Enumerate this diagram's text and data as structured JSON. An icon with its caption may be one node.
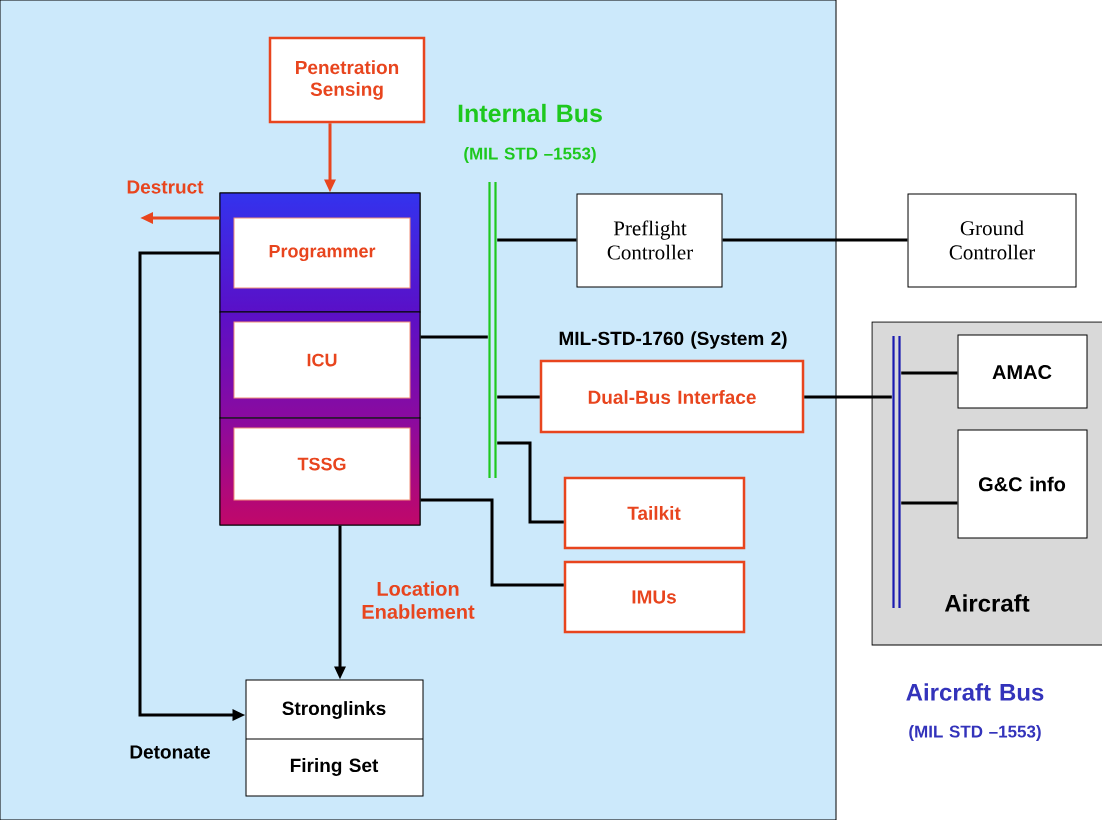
{
  "diagram": {
    "nodes": [
      {
        "text": [
          "Penetration Sensing"
        ]
      },
      {
        "text": [
          "Programmer"
        ]
      },
      {
        "text": [
          "ICU"
        ]
      },
      {
        "text": [
          "TSSG"
        ]
      },
      {
        "text": [],
        "shape": "bar"
      },
      {
        "text": [
          "Preflight Controller"
        ]
      },
      {
        "text": [
          "Ground Controller"
        ]
      },
      {
        "text": [
          "Dual-Bus Interface"
        ],
        "beside": [
          "MIL-STD-1760 (System 2)"
        ]
      },
      {
        "text": [
          "Tailkit"
        ]
      },
      {
        "text": [
          "IMUs"
        ]
      },
      {
        "text": [
          "Aircraft"
        ]
      },
      {
        "text": [],
        "shape": "bar",
        "in": 10
      },
      {
        "text": [
          "AMAC"
        ],
        "in": 10
      },
      {
        "text": [
          "G&C info"
        ],
        "in": 10
      },
      {
        "text": [
          "Stronglinks",
          "Firing Set"
        ]
      }
    ],
    "edges": [
      {
        "from": 0,
        "to": 1,
        "arrow": "to",
        "color": "#e8451e"
      },
      {
        "from": 1,
        "to": null,
        "arrow": "to",
        "label": "Destruct",
        "color": "#e8451e"
      },
      {
        "from": 1,
        "to": 14,
        "arrow": "to",
        "label": "Detonate"
      },
      {
        "from": 3,
        "to": 14,
        "arrow": "to",
        "label": "Location Enablement"
      },
      {
        "from": 4,
        "to": 5,
        "arrow": "none"
      },
      {
        "from": 2,
        "to": 4,
        "arrow": "none"
      },
      {
        "from": 4,
        "to": 7,
        "arrow": "none"
      },
      {
        "from": 4,
        "to": 8,
        "arrow": "none"
      },
      {
        "from": 3,
        "to": 9,
        "arrow": "none"
      },
      {
        "from": 5,
        "to": 6,
        "arrow": "none"
      },
      {
        "from": 7,
        "to": 11,
        "arrow": "none"
      },
      {
        "from": 11,
        "to": 12,
        "arrow": "none"
      },
      {
        "from": 11,
        "to": 13,
        "arrow": "none"
      }
    ],
    "labels": [
      "Internal Bus",
      "(MIL STD –1553)",
      "Aircraft Bus",
      "(MIL STD –1553)"
    ]
  }
}
